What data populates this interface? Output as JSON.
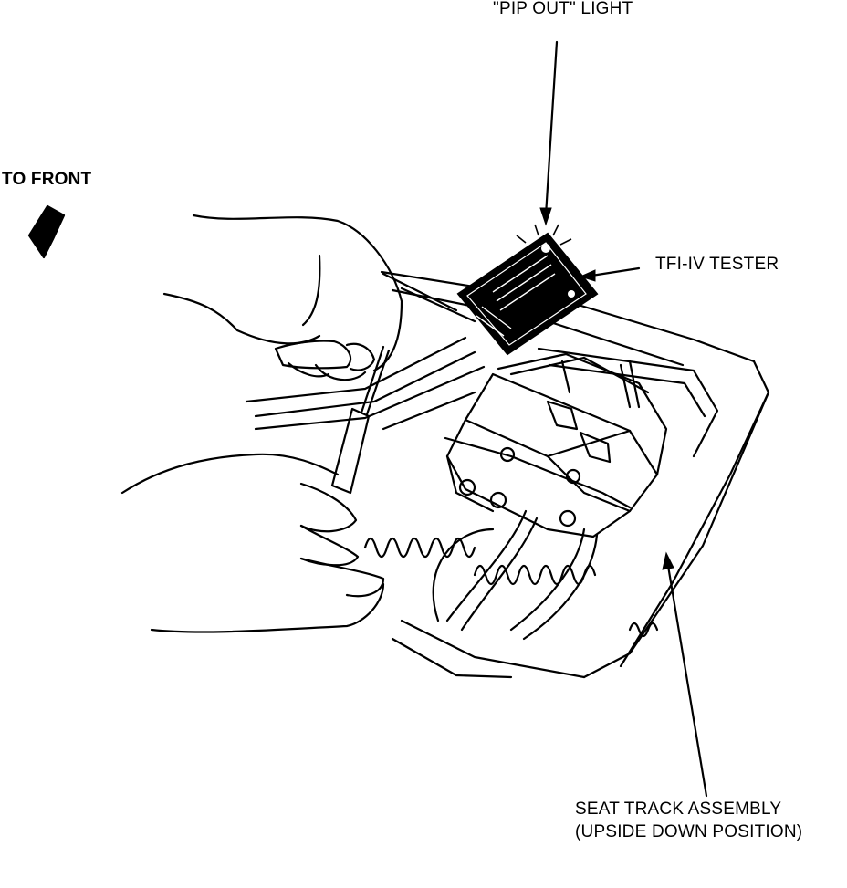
{
  "labels": {
    "pip_out_light": "\"PIP OUT\" LIGHT",
    "tfi_tester": "TFI-IV TESTER",
    "to_front": "TO FRONT",
    "seat_track_line1": "SEAT TRACK ASSEMBLY",
    "seat_track_line2": "(UPSIDE DOWN POSITION)"
  },
  "colors": {
    "ink": "#000000",
    "paper": "#ffffff"
  }
}
